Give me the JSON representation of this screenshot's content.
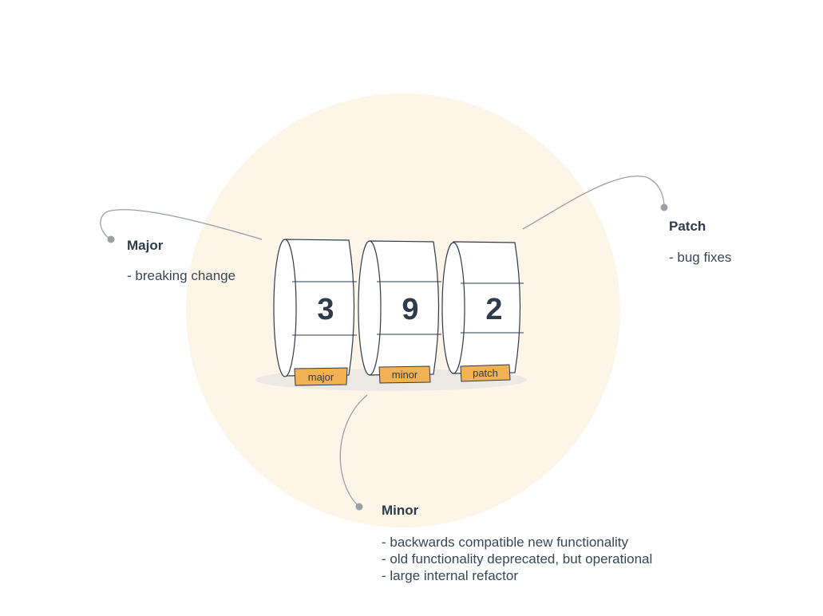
{
  "version": {
    "major": "3",
    "minor": "9",
    "patch": "2"
  },
  "tags": {
    "major": "major",
    "minor": "minor",
    "patch": "patch"
  },
  "callouts": {
    "major": {
      "title": "Major",
      "items": [
        "- breaking change"
      ]
    },
    "patch": {
      "title": "Patch",
      "items": [
        "- bug fixes"
      ]
    },
    "minor": {
      "title": "Minor",
      "items": [
        "- backwards compatible new functionality",
        "- old functionality deprecated, but operational",
        "- large internal refactor"
      ]
    }
  },
  "colors": {
    "background_circle": "#fdf5e8",
    "tag_fill": "#f3b155",
    "drum_stroke": "#2e3b4a",
    "connector": "#9a9fa5",
    "text": "#2e3b4a"
  }
}
